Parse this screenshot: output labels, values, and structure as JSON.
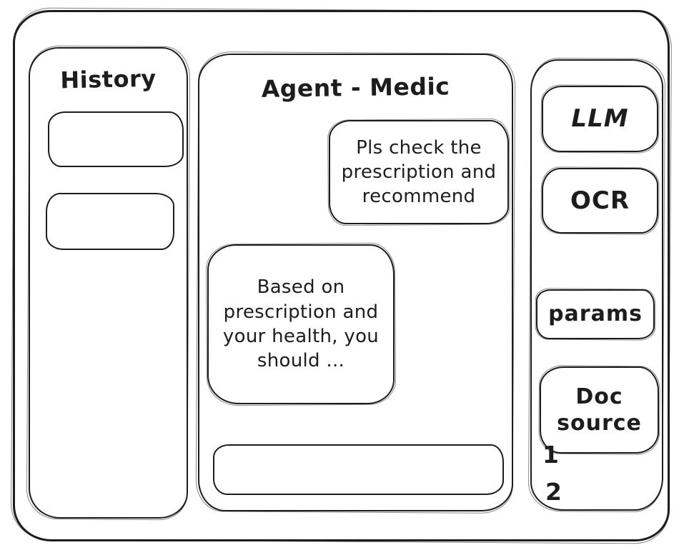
{
  "colors": {
    "stroke": "#1d1d1d",
    "background": "#ffffff"
  },
  "history_panel": {
    "title": "History",
    "items": [
      {
        "label": ""
      },
      {
        "label": ""
      }
    ]
  },
  "chat_panel": {
    "title": "Agent - Medic",
    "messages": [
      {
        "role": "user",
        "text": "Pls check the prescription and recommend"
      },
      {
        "role": "assistant",
        "text": "Based on prescription and your health, you should ..."
      }
    ],
    "input": {
      "value": "",
      "placeholder": ""
    }
  },
  "tools_panel": {
    "buttons": [
      {
        "label": "LLM"
      },
      {
        "label": "OCR"
      },
      {
        "label": "params"
      },
      {
        "label": "Doc source"
      }
    ],
    "doc_source_items": [
      "1",
      "2"
    ]
  }
}
